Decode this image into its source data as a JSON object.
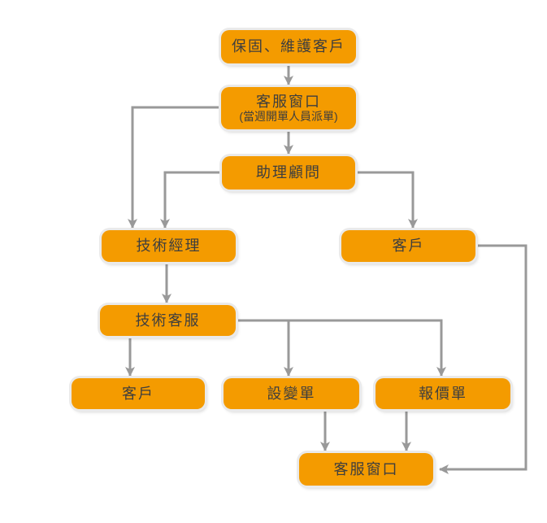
{
  "diagram": {
    "nodes": {
      "warranty": {
        "label": "保固、維護客戶"
      },
      "service_window_top": {
        "label": "客服窗口",
        "subtitle": "(當週開單人員派單)"
      },
      "assistant": {
        "label": "助理顧問"
      },
      "tech_manager": {
        "label": "技術經理"
      },
      "customer_right": {
        "label": "客戶"
      },
      "tech_support": {
        "label": "技術客服"
      },
      "customer_left": {
        "label": "客戶"
      },
      "design_change": {
        "label": "設變單"
      },
      "quotation": {
        "label": "報價單"
      },
      "service_window_bottom": {
        "label": "客服窗口"
      }
    },
    "edges": [
      {
        "from": "warranty",
        "to": "service_window_top"
      },
      {
        "from": "service_window_top",
        "to": "assistant"
      },
      {
        "from": "service_window_top",
        "to": "tech_manager"
      },
      {
        "from": "assistant",
        "to": "tech_manager"
      },
      {
        "from": "assistant",
        "to": "customer_right"
      },
      {
        "from": "tech_manager",
        "to": "tech_support"
      },
      {
        "from": "tech_support",
        "to": "customer_left"
      },
      {
        "from": "tech_support",
        "to": "design_change"
      },
      {
        "from": "tech_support",
        "to": "quotation"
      },
      {
        "from": "design_change",
        "to": "service_window_bottom"
      },
      {
        "from": "quotation",
        "to": "service_window_bottom"
      },
      {
        "from": "customer_right",
        "to": "service_window_bottom"
      }
    ]
  },
  "colors": {
    "node_fill": "#F49B00",
    "node_border": "#EAEAEA",
    "connector": "#999999",
    "text": "#3E3E3E",
    "background": "#FFFFFF"
  }
}
